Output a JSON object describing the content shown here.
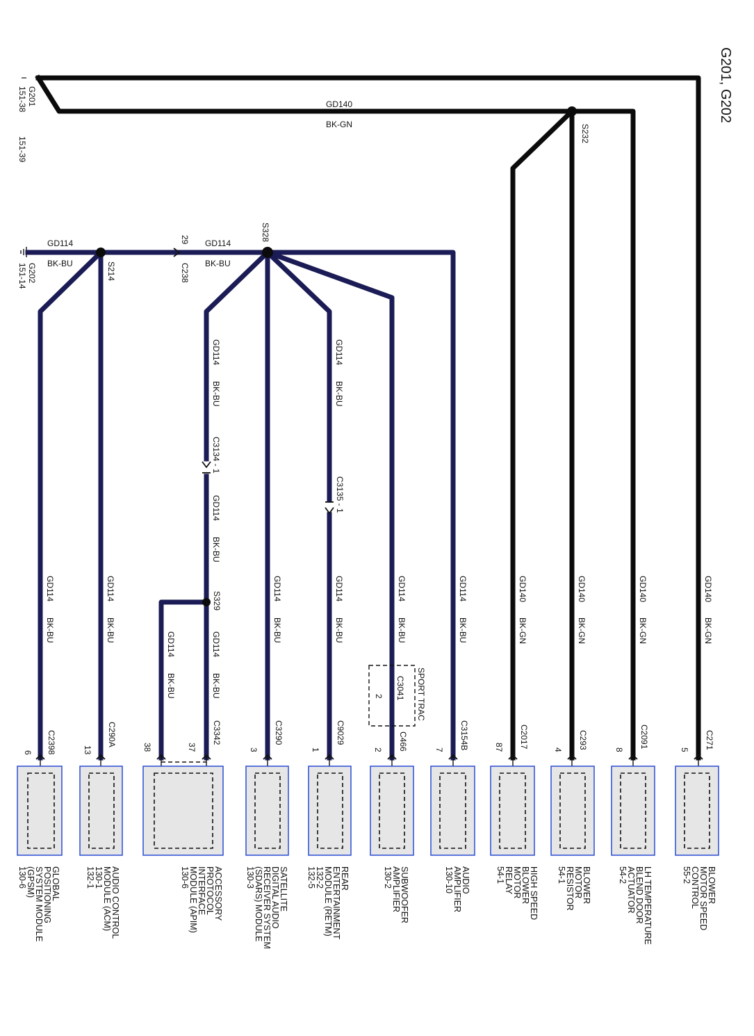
{
  "title": "G201, G202",
  "grounds": {
    "g201": {
      "name": "G201",
      "pin1": "151-38",
      "pin2": "151-39"
    },
    "g202": {
      "name": "G202",
      "pin": "151-14"
    }
  },
  "wires": {
    "gd140": {
      "circuit": "GD140",
      "color": "BK-GN"
    },
    "gd114": {
      "circuit": "GD114",
      "color": "BK-BU"
    }
  },
  "splices": {
    "s232": "S232",
    "s214": "S214",
    "s328": "S328",
    "s329": "S329"
  },
  "inline_connectors": {
    "c238": {
      "name": "C238",
      "pin": "29"
    },
    "c3134": "C3134 - 1",
    "c3135": "C3135 - 1",
    "c3041": {
      "name": "C3041",
      "pin": "2",
      "note": "SPORT TRAC"
    }
  },
  "components": [
    {
      "connector": "C2398",
      "pin": "6",
      "lines": [
        "GLOBAL",
        "POSITIONING",
        "SYSTEM MODULE",
        "(GPSM)",
        "130-6"
      ]
    },
    {
      "connector": "C290A",
      "pin": "13",
      "lines": [
        "AUDIO CONTROL",
        "MODULE (ACM)",
        "130-1",
        "132-1"
      ]
    },
    {
      "connector": "C3342",
      "pin": "37",
      "pin_b": "38",
      "lines": [
        "ACCESSORY",
        "PROTOCOL",
        "INTERFACE",
        "MODULE (APIM)",
        "130-6"
      ]
    },
    {
      "connector": "C3290",
      "pin": "3",
      "lines": [
        "SATELLITE",
        "DIGITAL AUDIO",
        "RECEIVER SYSTEM",
        "(SDARS) MODULE",
        "130-3"
      ]
    },
    {
      "connector": "C9029",
      "pin": "1",
      "lines": [
        "REAR",
        "ENTERTAINMENT",
        "MODULE (RETM)",
        "132-2",
        "132-5"
      ]
    },
    {
      "connector": "C466",
      "pin": "2",
      "lines": [
        "SUBWOOFER",
        "AMPLIFIER",
        "130-2"
      ]
    },
    {
      "connector": "C3154B",
      "pin": "7",
      "lines": [
        "AUDIO",
        "AMPLIFIER",
        "130-10"
      ]
    },
    {
      "connector": "C2017",
      "pin": "87",
      "lines": [
        "HIGH SPEED",
        "BLOWER",
        "MOTOR",
        "RELAY",
        "54-1"
      ]
    },
    {
      "connector": "C293",
      "pin": "4",
      "lines": [
        "BLOWER",
        "MOTOR",
        "RESISTOR",
        "54-1"
      ]
    },
    {
      "connector": "C2091",
      "pin": "8",
      "lines": [
        "LH TEMPERATURE",
        "BLEND DOOR",
        "ACTUATOR",
        "54-2"
      ]
    },
    {
      "connector": "C271",
      "pin": "5",
      "lines": [
        "BLOWER",
        "MOTOR SPEED",
        "CONTROL",
        "55-2"
      ]
    }
  ]
}
